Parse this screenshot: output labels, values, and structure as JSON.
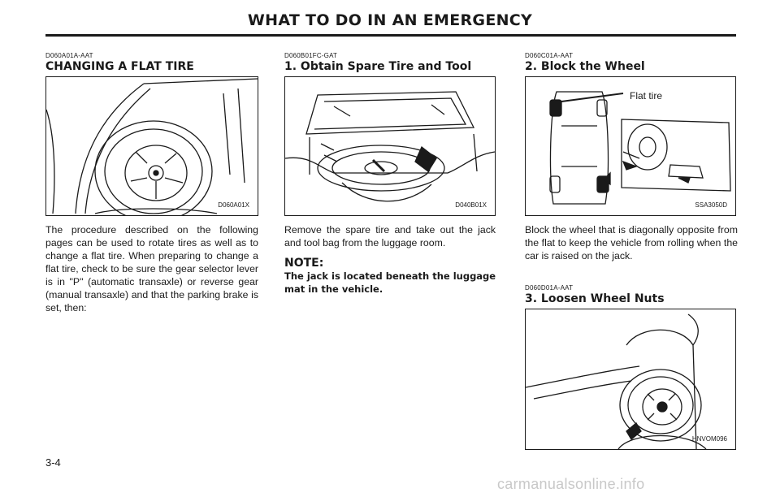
{
  "header": {
    "title": "WHAT TO DO IN AN EMERGENCY"
  },
  "col1": {
    "code": "D060A01A-AAT",
    "heading": "CHANGING A FLAT TIRE",
    "figure_code": "D060A01X",
    "body": "The procedure described on the following pages can be used to rotate tires as well as to change a flat tire. When preparing to change a flat tire, check to be sure the gear selector lever is in \"P\" (automatic transaxle) or reverse gear (manual transaxle) and that the parking brake is set, then:"
  },
  "col2": {
    "code": "D060B01FC-GAT",
    "heading": "1. Obtain Spare Tire and Tool",
    "figure_code": "D040B01X",
    "body": "Remove the spare tire and take out the jack and tool bag from the luggage room.",
    "note_heading": "NOTE:",
    "note_body": "The jack is located beneath the luggage mat in the vehicle."
  },
  "col3_block": {
    "code": "D060C01A-AAT",
    "heading": "2. Block the Wheel",
    "figure_code": "SSA3050D",
    "figure_label": "Flat tire",
    "body": "Block the wheel that is diagonally opposite from the flat to keep the vehicle from rolling when the car is raised on the jack."
  },
  "col3_loosen": {
    "code": "D060D01A-AAT",
    "heading": "3. Loosen Wheel Nuts",
    "figure_code": "HNVOM096"
  },
  "footer": {
    "page_number": "3-4",
    "watermark": "carmanualsonline.info"
  }
}
